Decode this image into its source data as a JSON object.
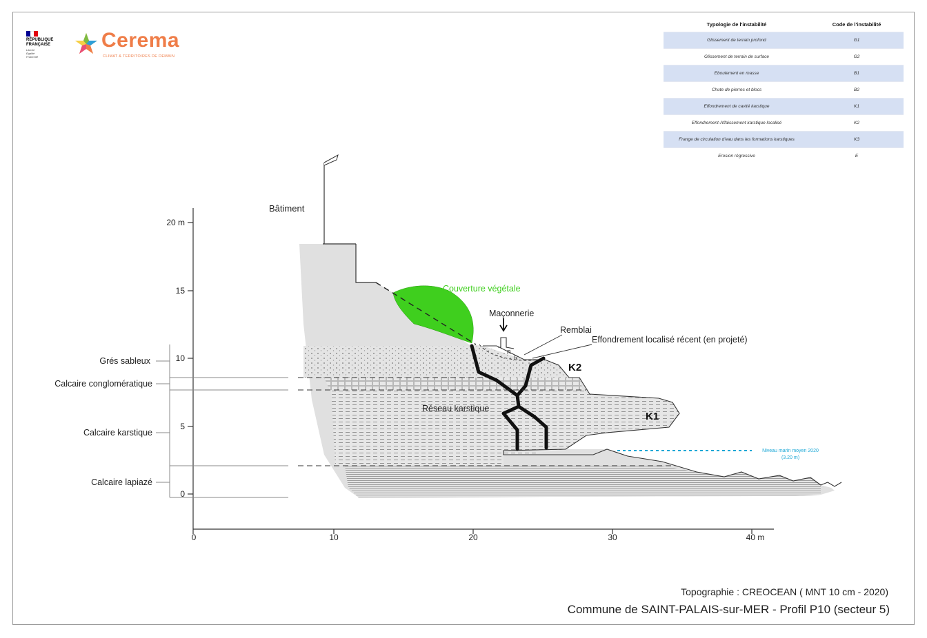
{
  "logos": {
    "republique": [
      "RÉPUBLIQUE",
      "FRANÇAISE"
    ],
    "republique_motto": [
      "Liberté",
      "Égalité",
      "Fraternité"
    ],
    "cerema_name": "Cerema",
    "cerema_tagline": "CLIMAT & TERRITOIRES DE DEMAIN"
  },
  "legend": {
    "header_type": "Typologie de l'instabilité",
    "header_code": "Code de l'instabilité",
    "rows": [
      {
        "label": "Glissement de terrain profond",
        "code": "G1"
      },
      {
        "label": "Glissement de terrain de surface",
        "code": "G2"
      },
      {
        "label": "Eboulement en masse",
        "code": "B1"
      },
      {
        "label": "Chute de pierres et blocs",
        "code": "B2"
      },
      {
        "label": "Effondrement de cavité karstique",
        "code": "K1"
      },
      {
        "label": "Effondrement-Affaissement karstique localisé",
        "code": "K2"
      },
      {
        "label": "Frange de circulation d'eau dans les formations karstiques",
        "code": "K3"
      },
      {
        "label": "Erosion régressive",
        "code": "E"
      }
    ]
  },
  "axes": {
    "y_ticks": [
      {
        "value": 0,
        "label": "0"
      },
      {
        "value": 5,
        "label": "5"
      },
      {
        "value": 10,
        "label": "10"
      },
      {
        "value": 15,
        "label": "15"
      },
      {
        "value": 20,
        "label": "20 m"
      }
    ],
    "x_ticks": [
      {
        "value": 0,
        "label": "0"
      },
      {
        "value": 10,
        "label": "10"
      },
      {
        "value": 20,
        "label": "20"
      },
      {
        "value": 30,
        "label": "30"
      },
      {
        "value": 40,
        "label": "40 m"
      }
    ]
  },
  "layers": [
    "Grés sableux",
    "Calcaire congloméra­tique",
    "Calcaire karstique",
    "Calcaire lapiazé"
  ],
  "annotations": {
    "building": "Bâtiment",
    "vegetation": "Couverture végétale",
    "masonry": "Maçonnerie",
    "fill": "Remblai",
    "collapse": "Effondrement localisé récent (en projeté)",
    "karst_network": "Réseau karstique",
    "k1": "K1",
    "k2": "K2",
    "r_marks": [
      "R",
      "R"
    ],
    "sea_level": "Niveau marin moyen 2020",
    "sea_level_value": "(3.20 m)"
  },
  "colors": {
    "vegetation": "#3fcf1e",
    "sea_level": "#1aa7d6",
    "section_fill": "#e0e0e0",
    "flag_blue": "#000091",
    "flag_red": "#e1000f",
    "cerema_orange": "#ef7d48",
    "table_shade": "#d6e0f3"
  },
  "footer": {
    "credit": "Topographie : CREOCEAN ( MNT 10 cm - 2020)",
    "title": "Commune de SAINT-PALAIS-sur-MER - Profil P10 (secteur 5)"
  }
}
